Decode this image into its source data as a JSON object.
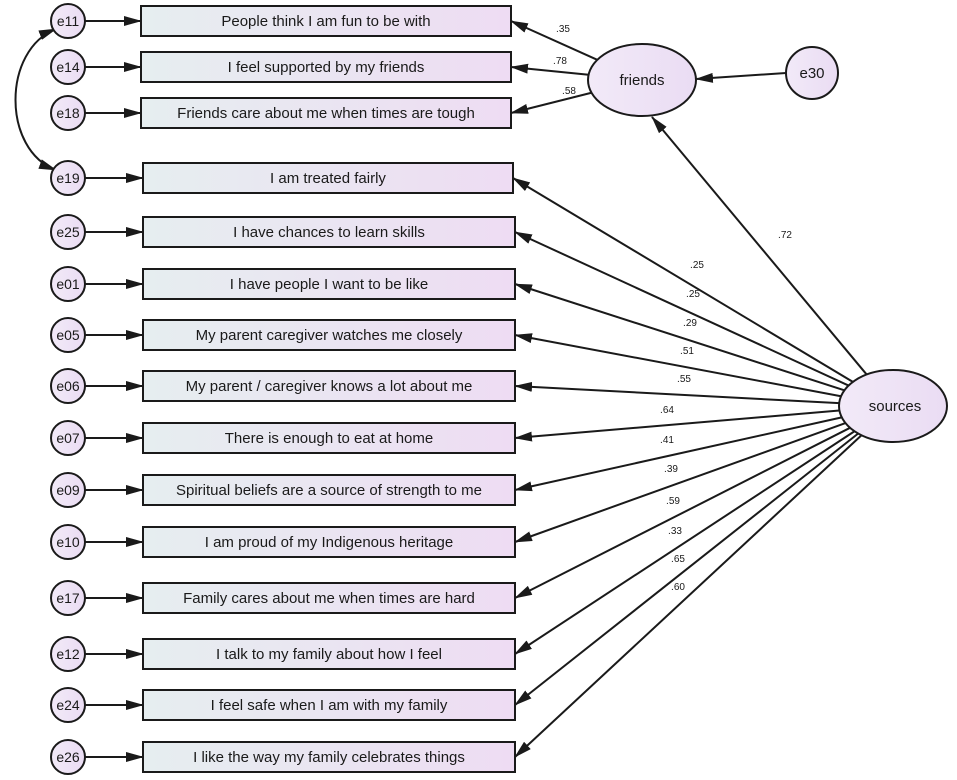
{
  "latents": {
    "friends": {
      "label": "friends"
    },
    "sources": {
      "label": "sources"
    },
    "e30": {
      "label": "e30"
    }
  },
  "structural_path": {
    "from": "sources",
    "to": "friends",
    "coefficient": ".72"
  },
  "disturbance_path": {
    "from": "e30",
    "to": "friends"
  },
  "covariance": {
    "between": [
      "e11",
      "e19"
    ]
  },
  "indicators": [
    {
      "error": "e11",
      "text": "People think I am fun to be with",
      "factor": "friends",
      "loading": ".35"
    },
    {
      "error": "e14",
      "text": "I feel supported by my friends",
      "factor": "friends",
      "loading": ".78"
    },
    {
      "error": "e18",
      "text": "Friends care about me when times are tough",
      "factor": "friends",
      "loading": ".58"
    },
    {
      "error": "e19",
      "text": "I am treated fairly",
      "factor": "sources",
      "loading": ".25"
    },
    {
      "error": "e25",
      "text": "I have chances to learn skills",
      "factor": "sources",
      "loading": ".25"
    },
    {
      "error": "e01",
      "text": "I have people I want to be like",
      "factor": "sources",
      "loading": ".29"
    },
    {
      "error": "e05",
      "text": "My parent caregiver watches me closely",
      "factor": "sources",
      "loading": ".51"
    },
    {
      "error": "e06",
      "text": "My parent / caregiver knows a lot about me",
      "factor": "sources",
      "loading": ".55"
    },
    {
      "error": "e07",
      "text": "There is enough to eat at home",
      "factor": "sources",
      "loading": ".64"
    },
    {
      "error": "e09",
      "text": "Spiritual beliefs are a source of strength to me",
      "factor": "sources",
      "loading": ".41"
    },
    {
      "error": "e10",
      "text": "I am proud of my Indigenous heritage",
      "factor": "sources",
      "loading": ".39"
    },
    {
      "error": "e17",
      "text": "Family cares about me when times are hard",
      "factor": "sources",
      "loading": ".59"
    },
    {
      "error": "e12",
      "text": "I talk to my family about how I feel",
      "factor": "sources",
      "loading": ".33"
    },
    {
      "error": "e24",
      "text": "I feel safe when I am with my family",
      "factor": "sources",
      "loading": ".65"
    },
    {
      "error": "e26",
      "text": "I like the way my family celebrates things",
      "factor": "sources",
      "loading": ".60"
    }
  ],
  "colors": {
    "box_gradient_start": "#e6eef0",
    "box_gradient_end": "#eedcf3",
    "ellipse_fill": "#eadcf3",
    "stroke": "#1a1a1a"
  }
}
